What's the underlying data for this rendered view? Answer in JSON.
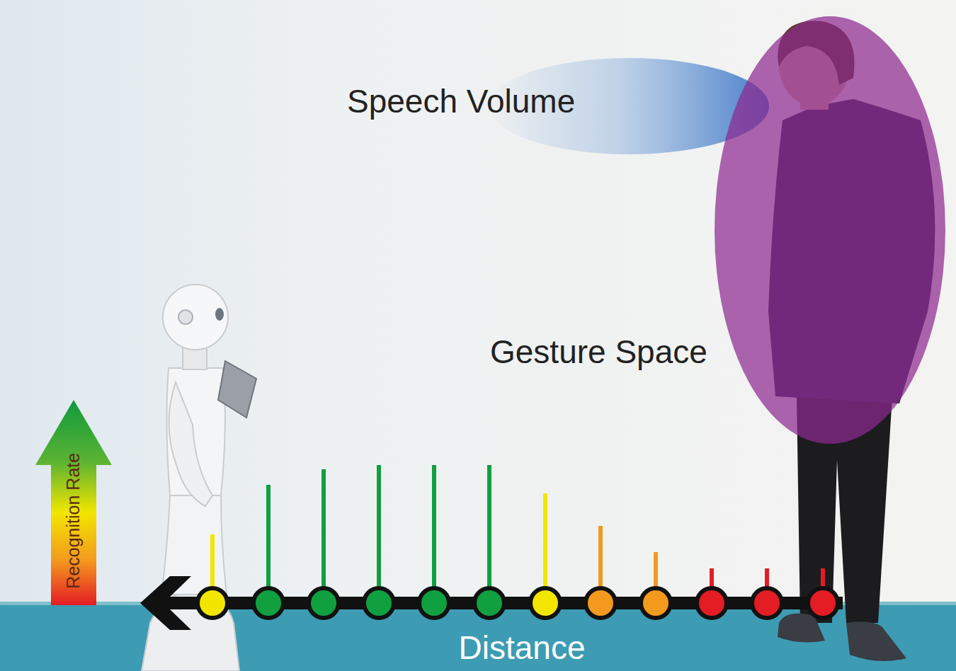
{
  "diagram": {
    "nodes": [
      {
        "text": [
          "Recognition Rate"
        ]
      }
    ],
    "labels": [
      "Speech Volume",
      "Gesture Space",
      "Distance"
    ]
  }
}
